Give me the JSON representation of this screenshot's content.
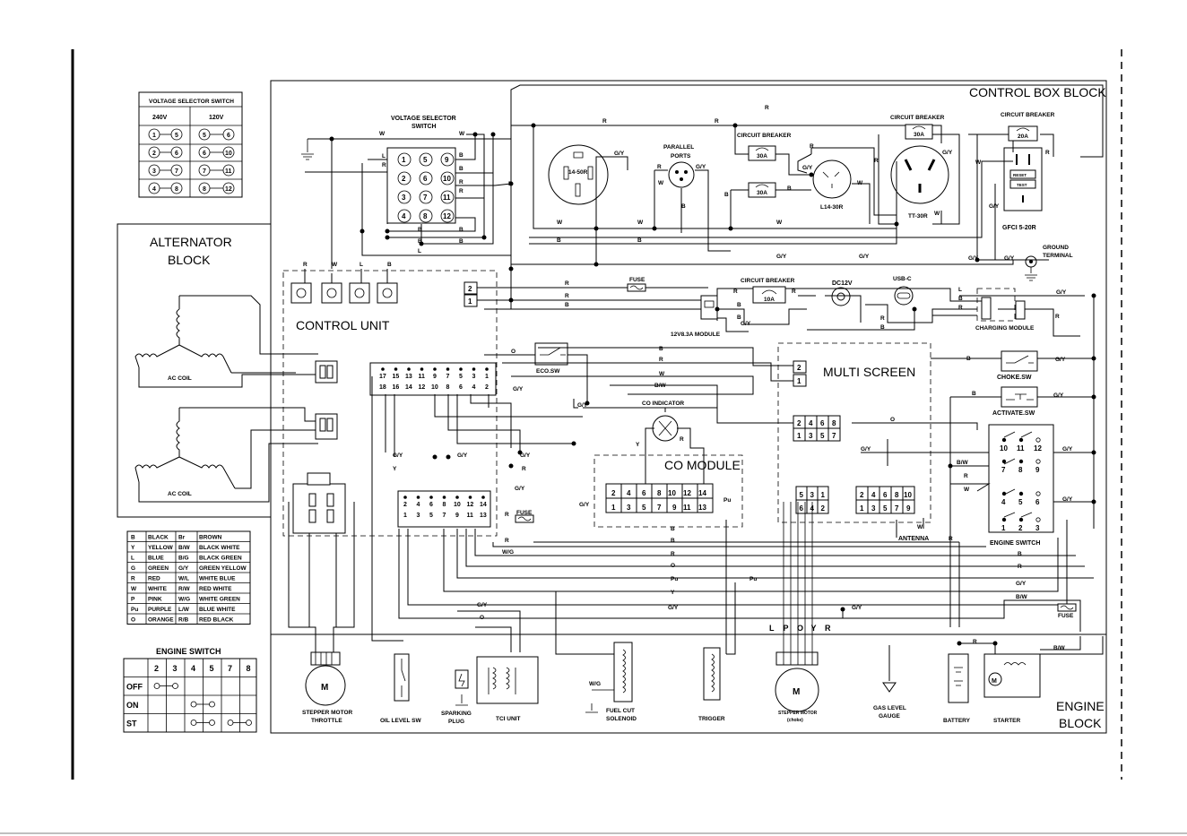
{
  "blocks": {
    "control_box": "CONTROL BOX BLOCK",
    "alternator": [
      "ALTERNATOR",
      "BLOCK"
    ],
    "control_unit": "CONTROL UNIT",
    "multi_screen": "MULTI  SCREEN",
    "co_module": "CO MODULE",
    "engine": [
      "ENGINE",
      "BLOCK"
    ]
  },
  "voltage_selector_table": {
    "title": "VOLTAGE SELECTOR SWITCH",
    "headers": [
      "240V",
      "120V"
    ],
    "rows": [
      [
        "1",
        "5",
        "5",
        "6"
      ],
      [
        "2",
        "6",
        "6",
        "10"
      ],
      [
        "3",
        "7",
        "7",
        "11"
      ],
      [
        "4",
        "8",
        "8",
        "12"
      ]
    ]
  },
  "color_legend": [
    [
      "B",
      "BLACK",
      "Br",
      "BROWN"
    ],
    [
      "Y",
      "YELLOW",
      "B/W",
      "BLACK WHITE"
    ],
    [
      "L",
      "BLUE",
      "B/G",
      "BLACK GREEN"
    ],
    [
      "G",
      "GREEN",
      "G/Y",
      "GREEN YELLOW"
    ],
    [
      "R",
      "RED",
      "W/L",
      "WHITE BLUE"
    ],
    [
      "W",
      "WHITE",
      "R/W",
      "RED WHITE"
    ],
    [
      "P",
      "PINK",
      "W/G",
      "WHITE GREEN"
    ],
    [
      "Pu",
      "PURPLE",
      "L/W",
      "BLUE WHITE"
    ],
    [
      "O",
      "ORANGE",
      "R/B",
      "RED BLACK"
    ]
  ],
  "engine_switch_table": {
    "title": "ENGINE SWITCH",
    "headers": [
      "2",
      "3",
      "4",
      "5",
      "7",
      "8"
    ],
    "rows": [
      "OFF",
      "ON",
      "ST"
    ]
  },
  "components": {
    "voltage_selector": [
      "VOLTAGE SELECTOR",
      "SWITCH"
    ],
    "vs_numbers": [
      "1",
      "5",
      "9",
      "2",
      "6",
      "10",
      "3",
      "7",
      "11",
      "4",
      "8",
      "12"
    ],
    "outlet_14_50r": "14-50R",
    "parallel_ports": [
      "PARALLEL",
      "PORTS"
    ],
    "circuit_breaker_label": "CIRCUIT BREAKER",
    "cb_30a": "30A",
    "cb_20a": "20A",
    "cb_10a": "10A",
    "l14_30r": "L14-30R",
    "tt_30r": "TT-30R",
    "gfci": "GFCI 5-20R",
    "gfci_reset": "RESET",
    "gfci_test": "TEST",
    "ground_terminal": [
      "GROUND",
      "TERMINAL"
    ],
    "fuse": "FUSE",
    "dc12v": "DC12V",
    "usb_c": "USB-C",
    "module_12v": "12V8.3A MODULE",
    "charging_module": "CHARGING MODULE",
    "eco_sw": "ECO.SW",
    "choke_sw": "CHOKE.SW",
    "activate_sw": "ACTIVATE.SW",
    "co_indicator": "CO INDICATOR",
    "engine_switch": "ENGINE SWITCH",
    "antenna": "ANTENNA",
    "ac_coil": "AC COIL",
    "cu_top": [
      "17",
      "15",
      "13",
      "11",
      "9",
      "7",
      "5",
      "3",
      "1"
    ],
    "cu_bottom": [
      "18",
      "16",
      "14",
      "12",
      "10",
      "8",
      "6",
      "4",
      "2"
    ],
    "c12_top": [
      "2",
      "4",
      "6",
      "8",
      "10",
      "12",
      "14"
    ],
    "c12_bottom": [
      "1",
      "3",
      "5",
      "7",
      "9",
      "11",
      "13"
    ],
    "co_top": [
      "2",
      "4",
      "6",
      "8",
      "10",
      "12",
      "14"
    ],
    "co_bottom": [
      "1",
      "3",
      "5",
      "7",
      "9",
      "11",
      "13"
    ],
    "ms_top": [
      "2",
      "4",
      "6",
      "8"
    ],
    "ms_bottom": [
      "1",
      "3",
      "5",
      "7"
    ],
    "six_top": [
      "5",
      "3",
      "1"
    ],
    "six_bottom": [
      "6",
      "4",
      "2"
    ],
    "ten_top": [
      "2",
      "4",
      "6",
      "8",
      "10"
    ],
    "ten_bottom": [
      "1",
      "3",
      "5",
      "7",
      "9"
    ],
    "es_row1": [
      "10",
      "11",
      "12"
    ],
    "es_row2": [
      "7",
      "8",
      "9"
    ],
    "es_row3": [
      "4",
      "5",
      "6"
    ],
    "es_row4": [
      "1",
      "2",
      "3"
    ],
    "plug_2": "2",
    "plug_1": "1",
    "motor_m": "M",
    "stepper_throttle": [
      "STEPPER MOTOR",
      "THROTTLE"
    ],
    "oil_level": "OIL LEVEL SW",
    "spark_plug": [
      "SPARKING",
      "PLUG"
    ],
    "tci_unit": "TCI UNIT",
    "fuel_cut": [
      "FUEL CUT",
      "SOLENOID"
    ],
    "trigger": "TRIGGER",
    "stepper_choke": [
      "STEPPER MOTOR",
      "(choke)"
    ],
    "gas_level": [
      "GAS LEVEL",
      "GAUGE"
    ],
    "battery": "BATTERY",
    "starter": "STARTER",
    "lpoyr": [
      "L",
      "P",
      "O",
      "Y",
      "R"
    ]
  }
}
